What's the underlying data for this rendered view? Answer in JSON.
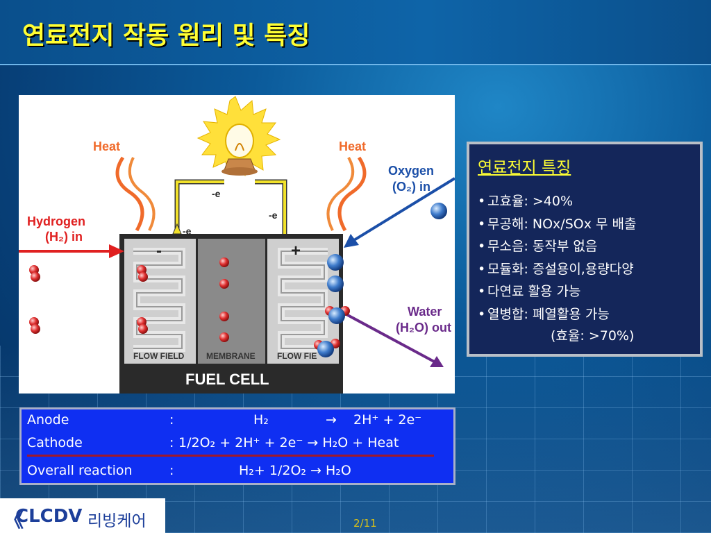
{
  "slide": {
    "title": "연료전지 작동 원리 및 특징",
    "page_number": "2/11"
  },
  "diagram": {
    "heat_left": "Heat",
    "heat_right": "Heat",
    "hydrogen_line1": "Hydrogen",
    "hydrogen_line2": "(H₂) in",
    "oxygen_line1": "Oxygen",
    "oxygen_line2": "(O₂) in",
    "water_line1": "Water",
    "water_line2": "(H₂O) out",
    "electron_1": "-e",
    "electron_2": "-e",
    "electron_3": "-e",
    "minus_sign": "-",
    "plus_sign": "+",
    "flow_field_left": "FLOW FIELD",
    "membrane": "MEMBRANE",
    "flow_field_right": "FLOW FIE",
    "fuel_cell": "FUEL CELL",
    "colors": {
      "heat": "#f06a2a",
      "hydrogen": "#e02020",
      "oxygen": "#1b4fa8",
      "water": "#6a2a8a",
      "wire": "#f2e22a"
    }
  },
  "features": {
    "heading": "연료전지 특징",
    "items": [
      "고효율: >40%",
      "무공해: NOx/SOx 무 배출",
      "무소음: 동작부 없음",
      "모듈화: 증설용이,용량다양",
      "다연료 활용 가능",
      "열병합: 폐열활용 가능"
    ],
    "note": "(효율: >70%)",
    "bullet": "•"
  },
  "reactions": {
    "anode": {
      "label": "Anode",
      "colon": ":",
      "left": "H₂",
      "arrow": "→",
      "right": "2H⁺ + 2e⁻"
    },
    "cathode": {
      "label": "Cathode",
      "colon": ":",
      "equation": "1/2O₂ + 2H⁺ + 2e⁻  →  H₂O + Heat"
    },
    "overall": {
      "label": "Overall reaction",
      "colon": ":",
      "equation": "H₂+ 1/2O₂  →  H₂O"
    }
  },
  "logo": {
    "mark": "《",
    "brand": "CLCDV",
    "name": "리빙케어"
  }
}
